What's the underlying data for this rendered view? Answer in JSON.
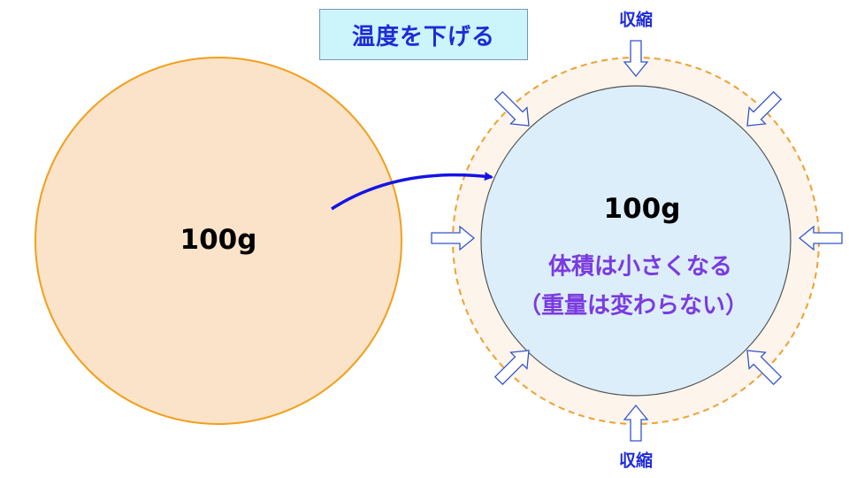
{
  "title": "温度を下げる",
  "left_circle": {
    "mass": "100g"
  },
  "right_circle": {
    "mass": "100g",
    "volume_note": "体積は小さくなる",
    "weight_note": "（重量は変わらない）"
  },
  "shrink_labels": {
    "top": "収縮",
    "bottom": "収縮"
  },
  "colors": {
    "title_text": "#1f2bd6",
    "title_bg": "#ccf5fb",
    "left_fill": "#fbe3c9",
    "left_stroke": "#f29f1a",
    "outer_ring_fill": "#fdf5ec",
    "outer_ring_stroke": "#f0a030",
    "inner_fill": "#ddeefb",
    "inner_stroke": "#555555",
    "arrow": "#1414e6",
    "note_text": "#7a3be0",
    "block_arrow_stroke": "#3355cc"
  }
}
